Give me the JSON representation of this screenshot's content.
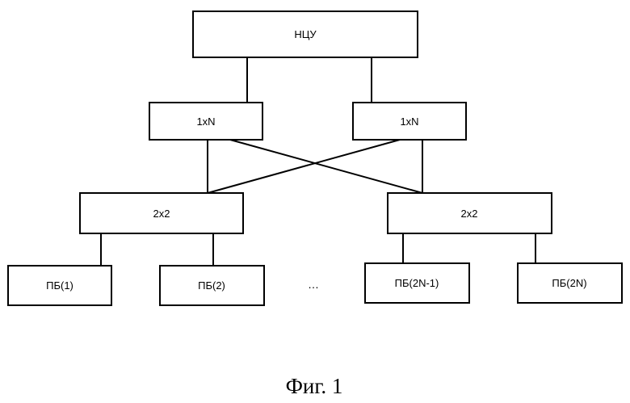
{
  "diagram": {
    "nodes": {
      "ncu": "НЦУ",
      "switch_left": "1xN",
      "switch_right": "1xN",
      "coupler_left": "2x2",
      "coupler_right": "2x2",
      "pb_1": "ПБ(1)",
      "pb_2": "ПБ(2)",
      "pb_2n_minus_1": "ПБ(2N-1)",
      "pb_2n": "ПБ(2N)"
    },
    "ellipsis": "…",
    "caption": "Фиг. 1"
  },
  "colors": {
    "line": "#000000",
    "background": "#ffffff"
  }
}
